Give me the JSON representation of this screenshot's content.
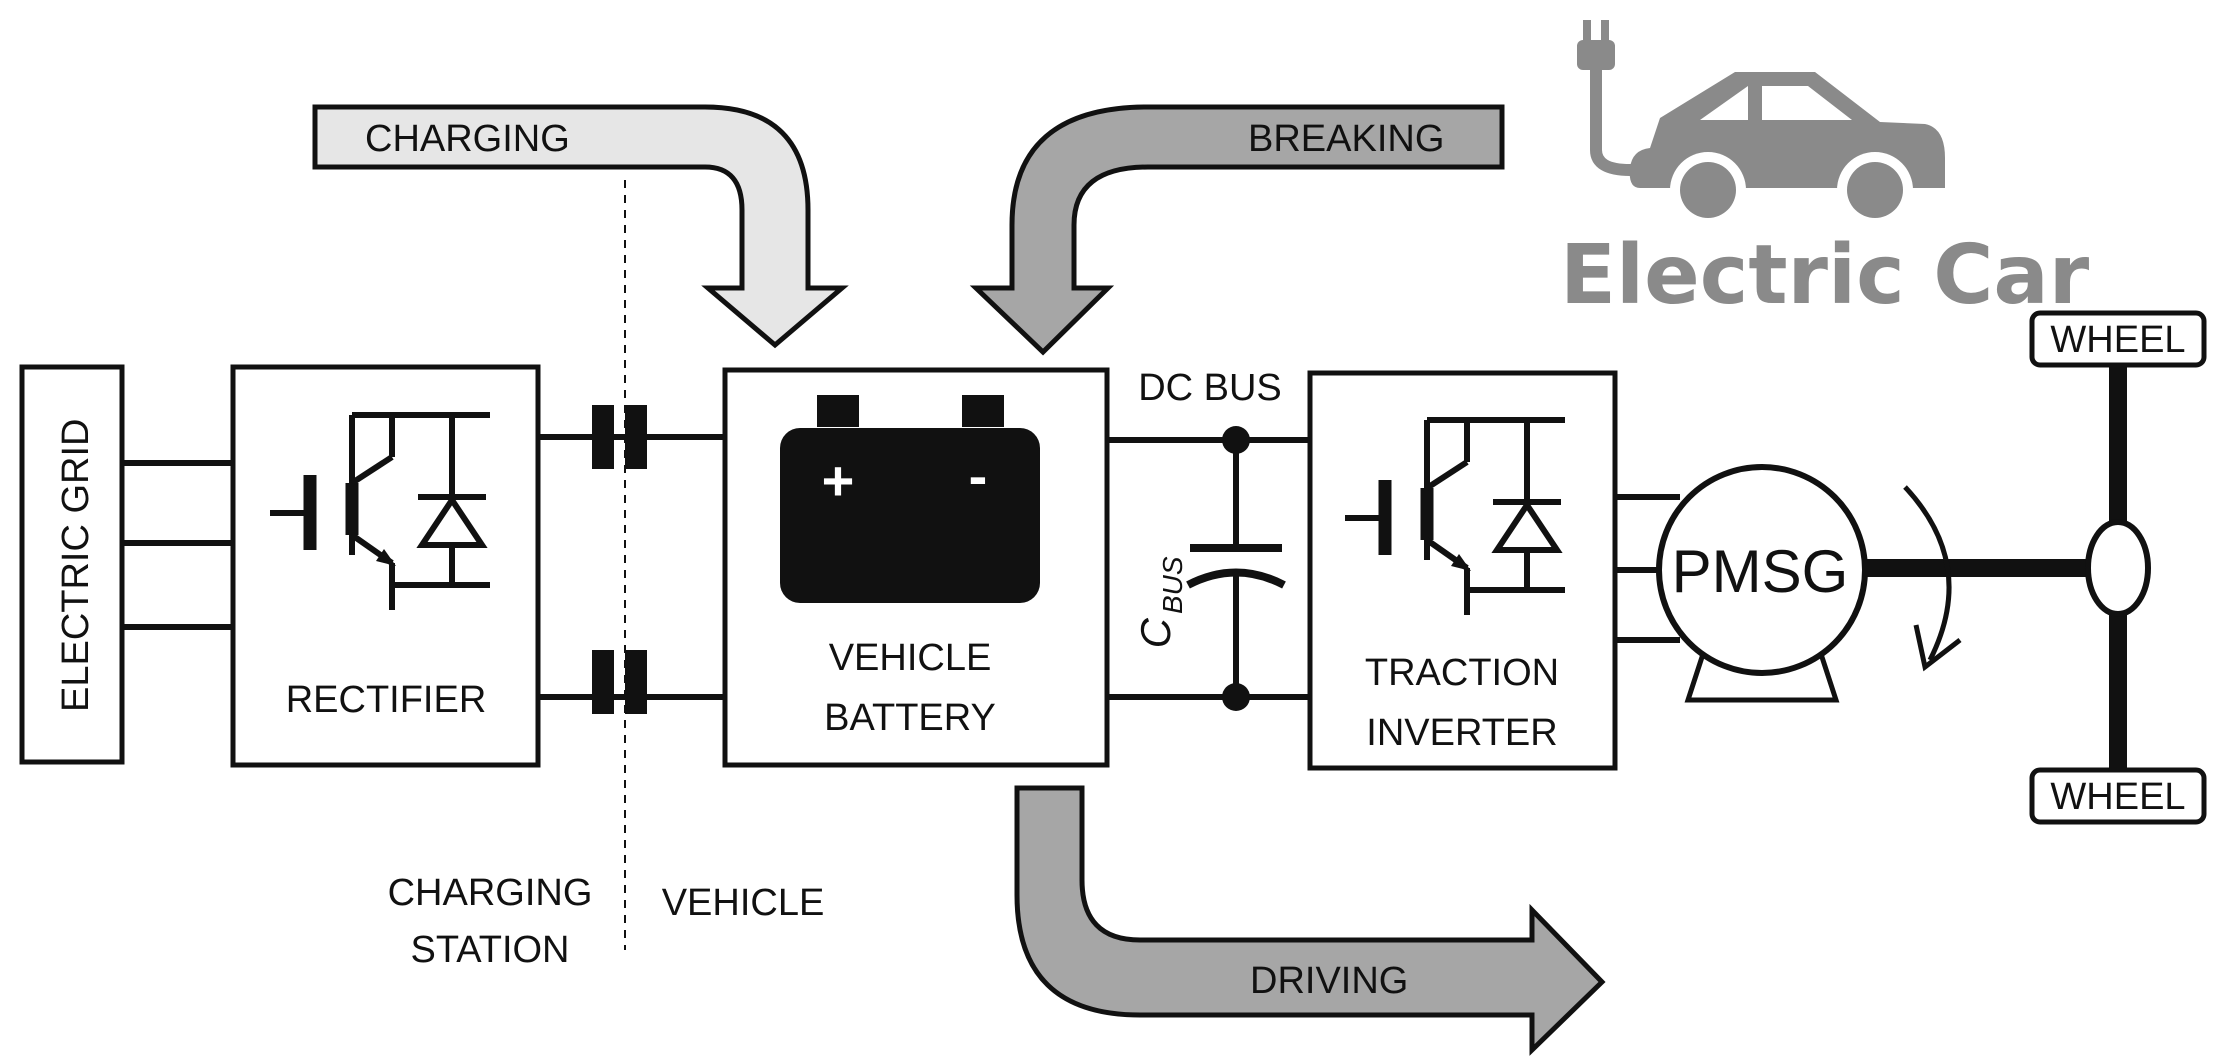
{
  "labels": {
    "electric_grid": "ELECTRIC GRID",
    "rectifier": "RECTIFIER",
    "vehicle_battery_line1": "VEHICLE",
    "vehicle_battery_line2": "BATTERY",
    "battery_plus": "+",
    "battery_minus": "-",
    "dc_bus": "DC BUS",
    "c_bus_main": "C",
    "c_bus_sub": "BUS",
    "traction_inverter_line1": "TRACTION",
    "traction_inverter_line2": "INVERTER",
    "pmsg": "PMSG",
    "wheel_top": "WHEEL",
    "wheel_bottom": "WHEEL",
    "charging_station_line1": "CHARGING",
    "charging_station_line2": "STATION",
    "vehicle": "VEHICLE",
    "electric_car": "Electric Car"
  },
  "flows": {
    "charging": "CHARGING",
    "breaking": "BREAKING",
    "driving": "DRIVING"
  },
  "colors": {
    "charging_arrow": "#e6e6e6",
    "breaking_arrow": "#a6a6a6",
    "driving_arrow": "#a6a6a6",
    "car_icon": "#8a8a8a",
    "stroke": "#111111"
  },
  "icons": {
    "car": "electric-car-icon",
    "battery": "battery-icon",
    "switch": "igbt-switch-icon",
    "rotation": "rotation-arrow-icon"
  }
}
